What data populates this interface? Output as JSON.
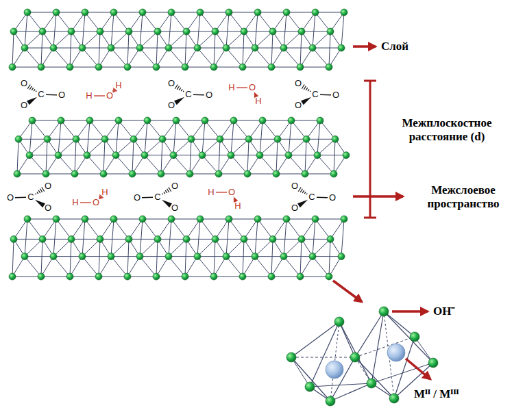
{
  "diagram": {
    "labels": [
      "Слой",
      "O",
      "C",
      "O",
      "O",
      "H",
      "H",
      "O",
      "O",
      "C",
      "O",
      "O",
      "H",
      "O",
      "H",
      "O",
      "C",
      "O",
      "O",
      "Межплоскостное расстояние (d)",
      "O",
      "O",
      "C",
      "O",
      "H",
      "H",
      "O",
      "O",
      "O",
      "C",
      "O",
      "H",
      "O",
      "H",
      "O",
      "C",
      "O",
      "O",
      "Межслоевое пространство",
      "OH⁻",
      "Mᴵᴵ / Mᴵᴵᴵ"
    ]
  }
}
